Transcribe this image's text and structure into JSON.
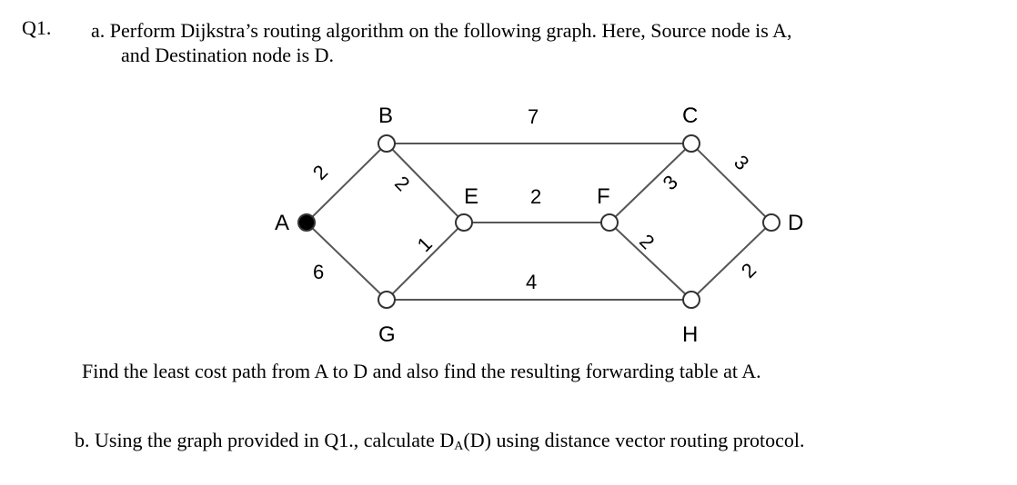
{
  "question": {
    "number": "Q1.",
    "part_a_line1": "a. Perform Dijkstra’s routing algorithm on the following graph. Here, Source node is A,",
    "part_a_line2": "and Destination node is D.",
    "find": "Find the least cost path from A to D and also find the resulting forwarding table at A.",
    "part_b_prefix": "b. Using the graph provided in Q1., calculate D",
    "part_b_sub": "A",
    "part_b_suffix": "(D) using distance vector routing protocol."
  },
  "graph": {
    "nodes": {
      "A": "A",
      "B": "B",
      "C": "C",
      "D": "D",
      "E": "E",
      "F": "F",
      "G": "G",
      "H": "H"
    },
    "edge_weights": {
      "A_B": "2",
      "A_G": "6",
      "B_C": "7",
      "B_E": "2",
      "G_E": "1",
      "E_F": "2",
      "G_H": "4",
      "F_C": "3",
      "F_H": "2",
      "C_D": "3",
      "H_D": "2"
    }
  }
}
